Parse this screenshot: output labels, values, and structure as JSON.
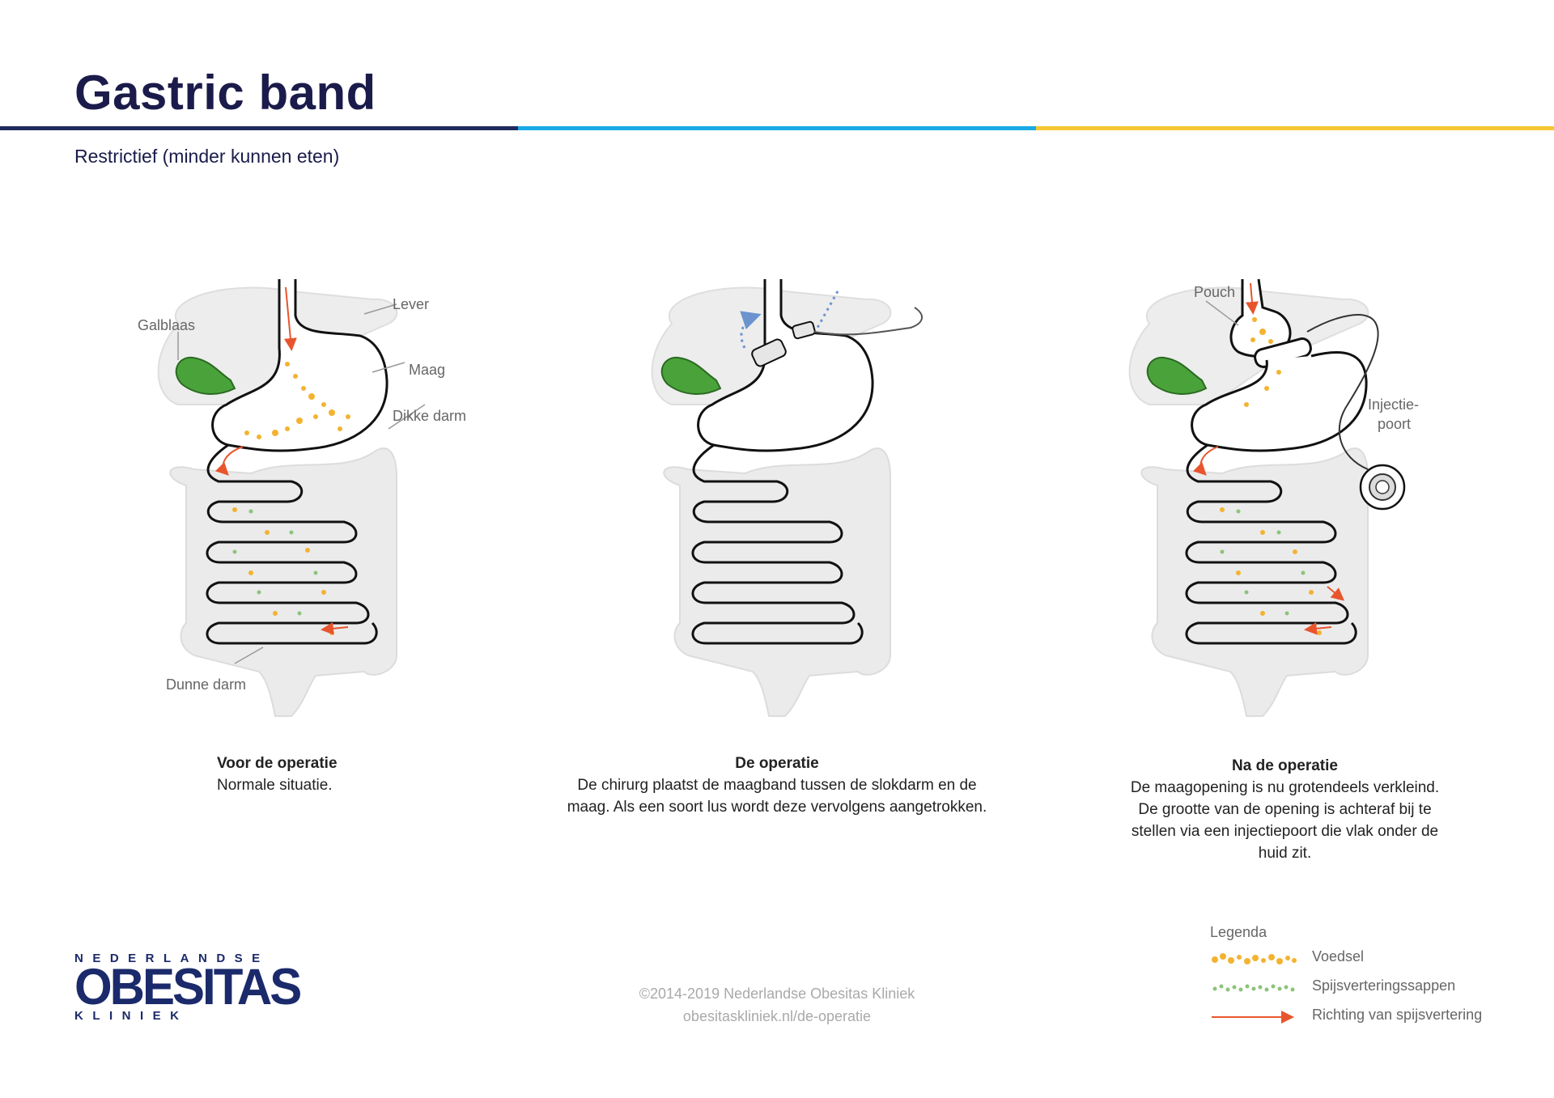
{
  "header": {
    "title": "Gastric band",
    "subtitle": "Restrictief (minder kunnen eten)"
  },
  "colors": {
    "navy": "#1e2a5e",
    "blue": "#1aa9e4",
    "yellow": "#f6c632",
    "food": "#f3b330",
    "juices": "#8cc47a",
    "arrow": "#e8552d",
    "gallbladder": "#4aa33a"
  },
  "labels": {
    "lever": "Lever",
    "galblaas": "Galblaas",
    "maag": "Maag",
    "dikke_darm": "Dikke darm",
    "dunne_darm": "Dunne darm",
    "pouch": "Pouch",
    "injectiepoort": "Injectie-\npoort",
    "injectie_line1": "Injectie-",
    "injectie_line2": "poort"
  },
  "panels": [
    {
      "title": "Voor de operatie",
      "text": "Normale situatie."
    },
    {
      "title": "De operatie",
      "text": "De chirurg plaatst de maagband tussen de slokdarm en de maag. Als een soort lus wordt deze vervolgens aangetrokken."
    },
    {
      "title": "Na de operatie",
      "text": "De maagopening is nu grotendeels verkleind. De grootte van de opening is achteraf bij te stellen via een injectiepoort die vlak onder de huid zit."
    }
  ],
  "logo": {
    "line1": "NEDERLANDSE",
    "line2": "OBESITAS",
    "line3": "KLINIEK"
  },
  "footer": {
    "copyright": "©2014-2019 Nederlandse Obesitas Kliniek",
    "url": "obesitaskliniek.nl/de-operatie"
  },
  "legend": {
    "title": "Legenda",
    "items": [
      {
        "label": "Voedsel",
        "icon": "food-dots-icon"
      },
      {
        "label": "Spijsverteringssappen",
        "icon": "juice-dots-icon"
      },
      {
        "label": "Richting van spijsvertering",
        "icon": "red-arrow-icon"
      }
    ]
  }
}
